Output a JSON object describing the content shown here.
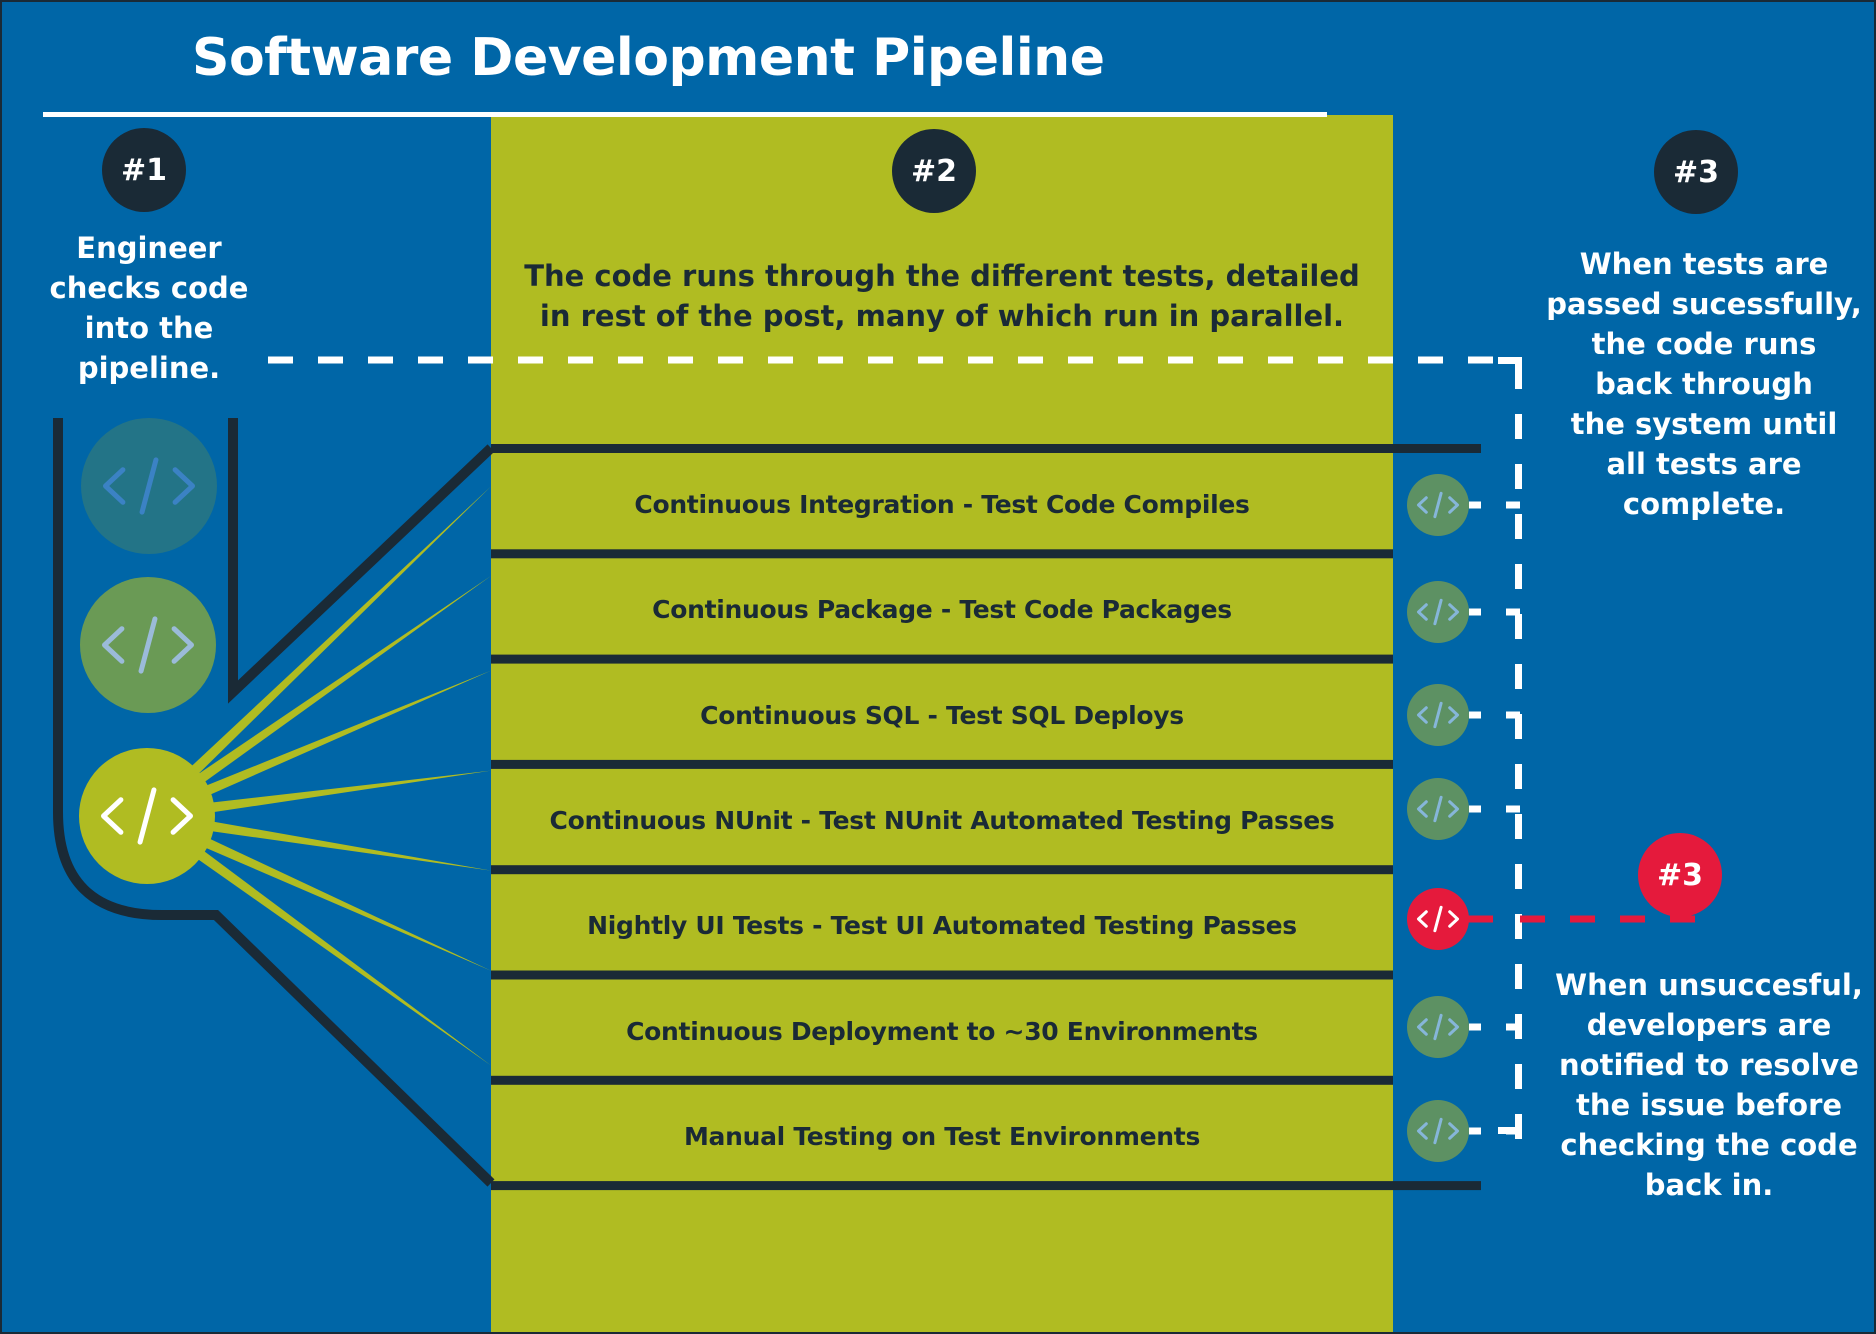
{
  "title": "Software Development Pipeline",
  "colors": {
    "background": "#0066a7",
    "panel": "#b0bc22",
    "dark": "#1a2a36",
    "fail": "#e51a3c",
    "pass_icon": "#5d9163",
    "queued_icon_1": "#237487",
    "queued_icon_2": "#6a9a55",
    "active_icon": "#b0bc22"
  },
  "steps": {
    "step1": {
      "badge": "#1",
      "text_lines": [
        "Engineer",
        "checks code",
        "into the",
        "pipeline."
      ]
    },
    "step2": {
      "badge": "#2",
      "text_lines": [
        "The code runs through the different tests, detailed",
        "in rest of the post, many of which run in parallel."
      ]
    },
    "step3_success": {
      "badge": "#3",
      "text_lines": [
        "When tests are",
        "passed sucessfully,",
        "the code runs",
        "back through",
        "the system until",
        "all tests are",
        "complete."
      ]
    },
    "step3_failure": {
      "badge": "#3",
      "text_lines": [
        "When unsuccesful,",
        "developers are",
        "notified to resolve",
        "the issue before",
        "checking the code",
        "back in."
      ]
    }
  },
  "funnel_icons": [
    {
      "icon": "code-icon",
      "state": "queued"
    },
    {
      "icon": "code-icon",
      "state": "queued"
    },
    {
      "icon": "code-icon",
      "state": "active"
    }
  ],
  "tests": [
    {
      "label": "Continuous Integration - Test Code Compiles",
      "status": "pass",
      "icon": "code-icon"
    },
    {
      "label": "Continuous Package - Test Code Packages",
      "status": "pass",
      "icon": "code-icon"
    },
    {
      "label": "Continuous SQL - Test SQL Deploys",
      "status": "pass",
      "icon": "code-icon"
    },
    {
      "label": "Continuous NUnit - Test NUnit Automated Testing Passes",
      "status": "pass",
      "icon": "code-icon"
    },
    {
      "label": "Nightly UI Tests - Test UI Automated Testing Passes",
      "status": "fail",
      "icon": "code-icon"
    },
    {
      "label": "Continuous Deployment to ~30 Environments",
      "status": "pass",
      "icon": "code-icon"
    },
    {
      "label": "Manual Testing on Test Environments",
      "status": "pass",
      "icon": "code-icon"
    }
  ]
}
